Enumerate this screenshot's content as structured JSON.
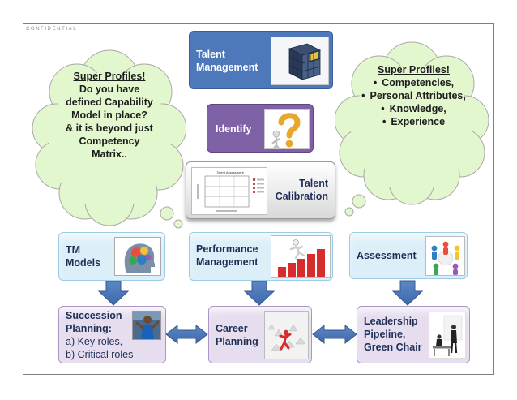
{
  "confidential": "CONFIDENTIAL",
  "cloud_left": {
    "title": "Super Profiles!",
    "lines": [
      "Do you have",
      "defined Capability",
      "Model in place?",
      "& it is beyond just",
      "Competency",
      "Matrix.."
    ]
  },
  "cloud_right": {
    "title": "Super Profiles!",
    "bullets": [
      "Competencies,",
      "Personal Attributes,",
      "Knowledge,",
      "Experience"
    ]
  },
  "talent_management": {
    "line1": "Talent",
    "line2": "Management"
  },
  "identify": "Identify",
  "talent_calibration": {
    "line1": "Talent",
    "line2": "Calibration",
    "thumb_title": "Talent Assessment"
  },
  "tm_models": {
    "line1": "TM",
    "line2": "Models"
  },
  "performance_management": {
    "line1": "Performance",
    "line2": "Management"
  },
  "assessment": "Assessment",
  "succession": {
    "line1": "Succession",
    "line2": "Planning:",
    "items": [
      "a)  Key roles,",
      "b)  Critical roles"
    ]
  },
  "career_planning": {
    "line1": "Career",
    "line2": "Planning"
  },
  "leadership": {
    "line1": "Leadership",
    "line2": "Pipeline,",
    "line3": "Green Chair"
  },
  "colors": {
    "dark_blue": "#4d79bb",
    "dark_purple": "#7f62a6",
    "light_blue": "#dceff9",
    "light_purple": "#e6ddef",
    "cloud_green": "#e3f7cf",
    "arrow_blue": "#4d79bb"
  },
  "icons": [
    "rubiks-cube-icon",
    "question-mark-figure-icon",
    "brain-gears-icon",
    "bar-stairs-icon",
    "people-puzzle-icon"
  ]
}
